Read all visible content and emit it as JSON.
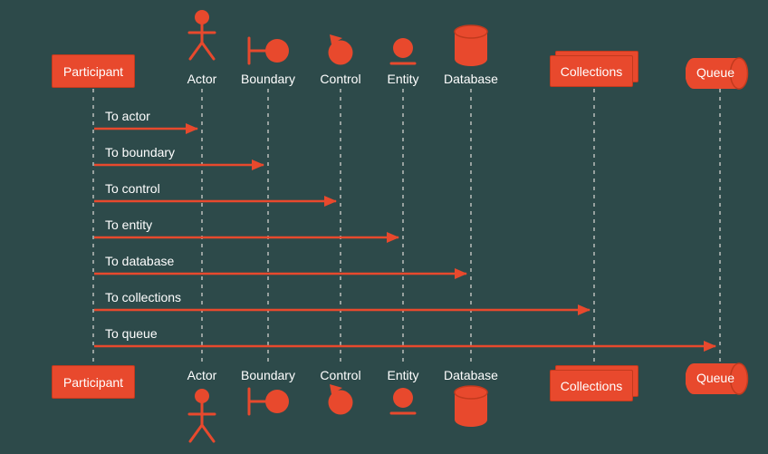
{
  "colors": {
    "background": "#2d4a4a",
    "shape": "#e8492d",
    "shape_edge": "#c23a1e",
    "lifeline": "#97a19f",
    "text": "#ffffff"
  },
  "diagram_type": "uml-sequence-diagram",
  "participants": [
    {
      "id": "participant",
      "label": "Participant",
      "type": "participant-box"
    },
    {
      "id": "actor",
      "label": "Actor",
      "type": "actor"
    },
    {
      "id": "boundary",
      "label": "Boundary",
      "type": "boundary"
    },
    {
      "id": "control",
      "label": "Control",
      "type": "control"
    },
    {
      "id": "entity",
      "label": "Entity",
      "type": "entity"
    },
    {
      "id": "database",
      "label": "Database",
      "type": "database"
    },
    {
      "id": "collections",
      "label": "Collections",
      "type": "collections"
    },
    {
      "id": "queue",
      "label": "Queue",
      "type": "queue"
    }
  ],
  "messages": [
    {
      "label": "To actor",
      "from": "participant",
      "to": "actor"
    },
    {
      "label": "To boundary",
      "from": "participant",
      "to": "boundary"
    },
    {
      "label": "To control",
      "from": "participant",
      "to": "control"
    },
    {
      "label": "To entity",
      "from": "participant",
      "to": "entity"
    },
    {
      "label": "To database",
      "from": "participant",
      "to": "database"
    },
    {
      "label": "To collections",
      "from": "participant",
      "to": "collections"
    },
    {
      "label": "To queue",
      "from": "participant",
      "to": "queue"
    }
  ]
}
